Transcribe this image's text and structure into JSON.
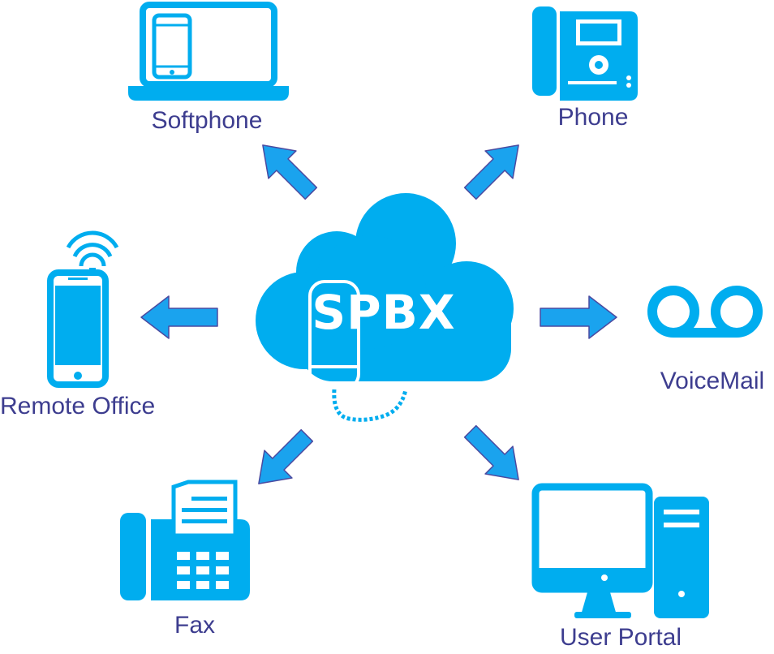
{
  "core": {
    "label": "SPBX",
    "icon": "cloud-handset-icon"
  },
  "nodes": [
    {
      "id": "softphone",
      "label": "Softphone",
      "icon": "laptop-icon"
    },
    {
      "id": "phone",
      "label": "Phone",
      "icon": "desk-phone-icon"
    },
    {
      "id": "remote-office",
      "label": "Remote Office",
      "icon": "smartphone-icon"
    },
    {
      "id": "voicemail",
      "label": "VoiceMail",
      "icon": "voicemail-icon"
    },
    {
      "id": "fax",
      "label": "Fax",
      "icon": "fax-icon"
    },
    {
      "id": "user-portal",
      "label": "User Portal",
      "icon": "desktop-computer-icon"
    }
  ],
  "edges": [
    {
      "from": "SPBX",
      "to": "softphone"
    },
    {
      "from": "SPBX",
      "to": "phone"
    },
    {
      "from": "SPBX",
      "to": "remote-office"
    },
    {
      "from": "SPBX",
      "to": "voicemail"
    },
    {
      "from": "SPBX",
      "to": "fax"
    },
    {
      "from": "SPBX",
      "to": "user-portal"
    }
  ],
  "colors": {
    "primary": "#00adef",
    "label_text": "#3d3d8f",
    "arrow_outline": "#4a4aa0",
    "core_text": "#ffffff"
  }
}
